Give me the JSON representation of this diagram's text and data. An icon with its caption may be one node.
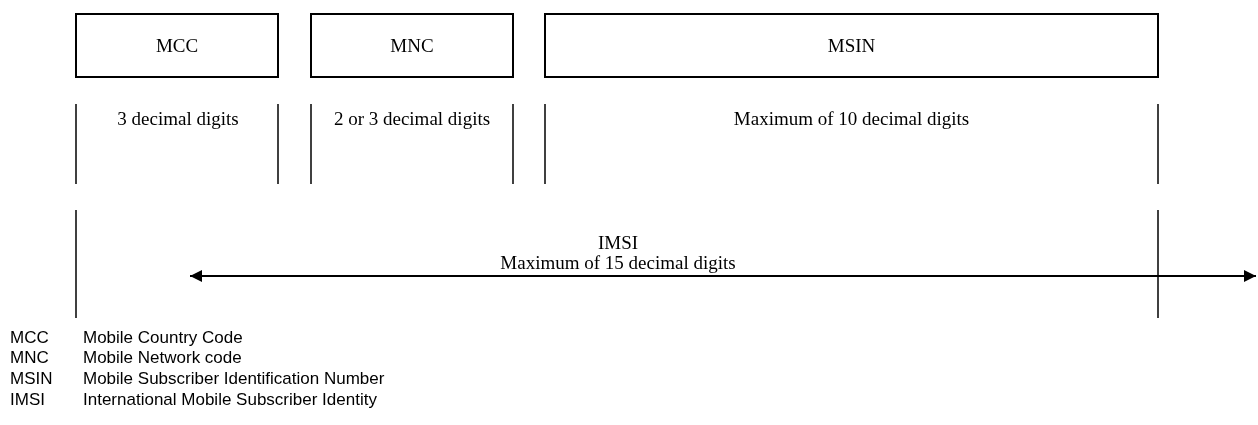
{
  "diagram": {
    "nodes": [
      {
        "text": [
          "MCC"
        ]
      },
      {
        "text": [
          "MNC"
        ]
      },
      {
        "text": [
          "MSIN"
        ]
      }
    ],
    "labels": [
      "3 decimal digits",
      "2 or 3 decimal digits",
      "Maximum of 10 decimal digits",
      "IMSI",
      "Maximum of 15 decimal digits",
      "MCC",
      "Mobile Country Code",
      "MNC",
      "Mobile Network code",
      "MSIN",
      "Mobile Subscriber Identification Number",
      "IMSI",
      "International Mobile Subscriber Identity"
    ]
  }
}
